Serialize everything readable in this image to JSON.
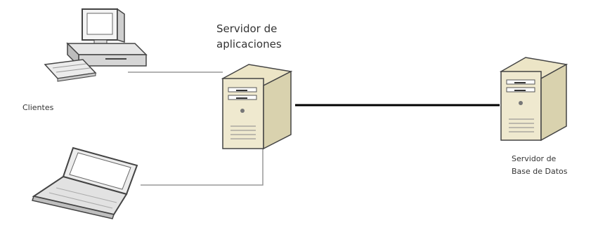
{
  "labels": {
    "app_server_line1": "Servidor de",
    "app_server_line2": "aplicaciones",
    "clients": "Clientes",
    "db_server_line1": "Servidor de",
    "db_server_line2": "Base de Datos"
  },
  "nodes": [
    {
      "id": "desktop-client",
      "icon": "desktop-computer-icon"
    },
    {
      "id": "laptop-client",
      "icon": "laptop-icon"
    },
    {
      "id": "app-server",
      "icon": "server-tower-icon"
    },
    {
      "id": "db-server",
      "icon": "server-tower-icon"
    }
  ],
  "connections": [
    {
      "from": "desktop-client",
      "to": "app-server"
    },
    {
      "from": "laptop-client",
      "to": "app-server"
    },
    {
      "from": "app-server",
      "to": "db-server"
    }
  ],
  "colors": {
    "tower_body": "#d9d2ae",
    "tower_front": "#efe9cf",
    "monitor_screen": "#ffffff",
    "device_outline": "#444444",
    "line_thin": "#999999",
    "line_thick": "#000000"
  }
}
